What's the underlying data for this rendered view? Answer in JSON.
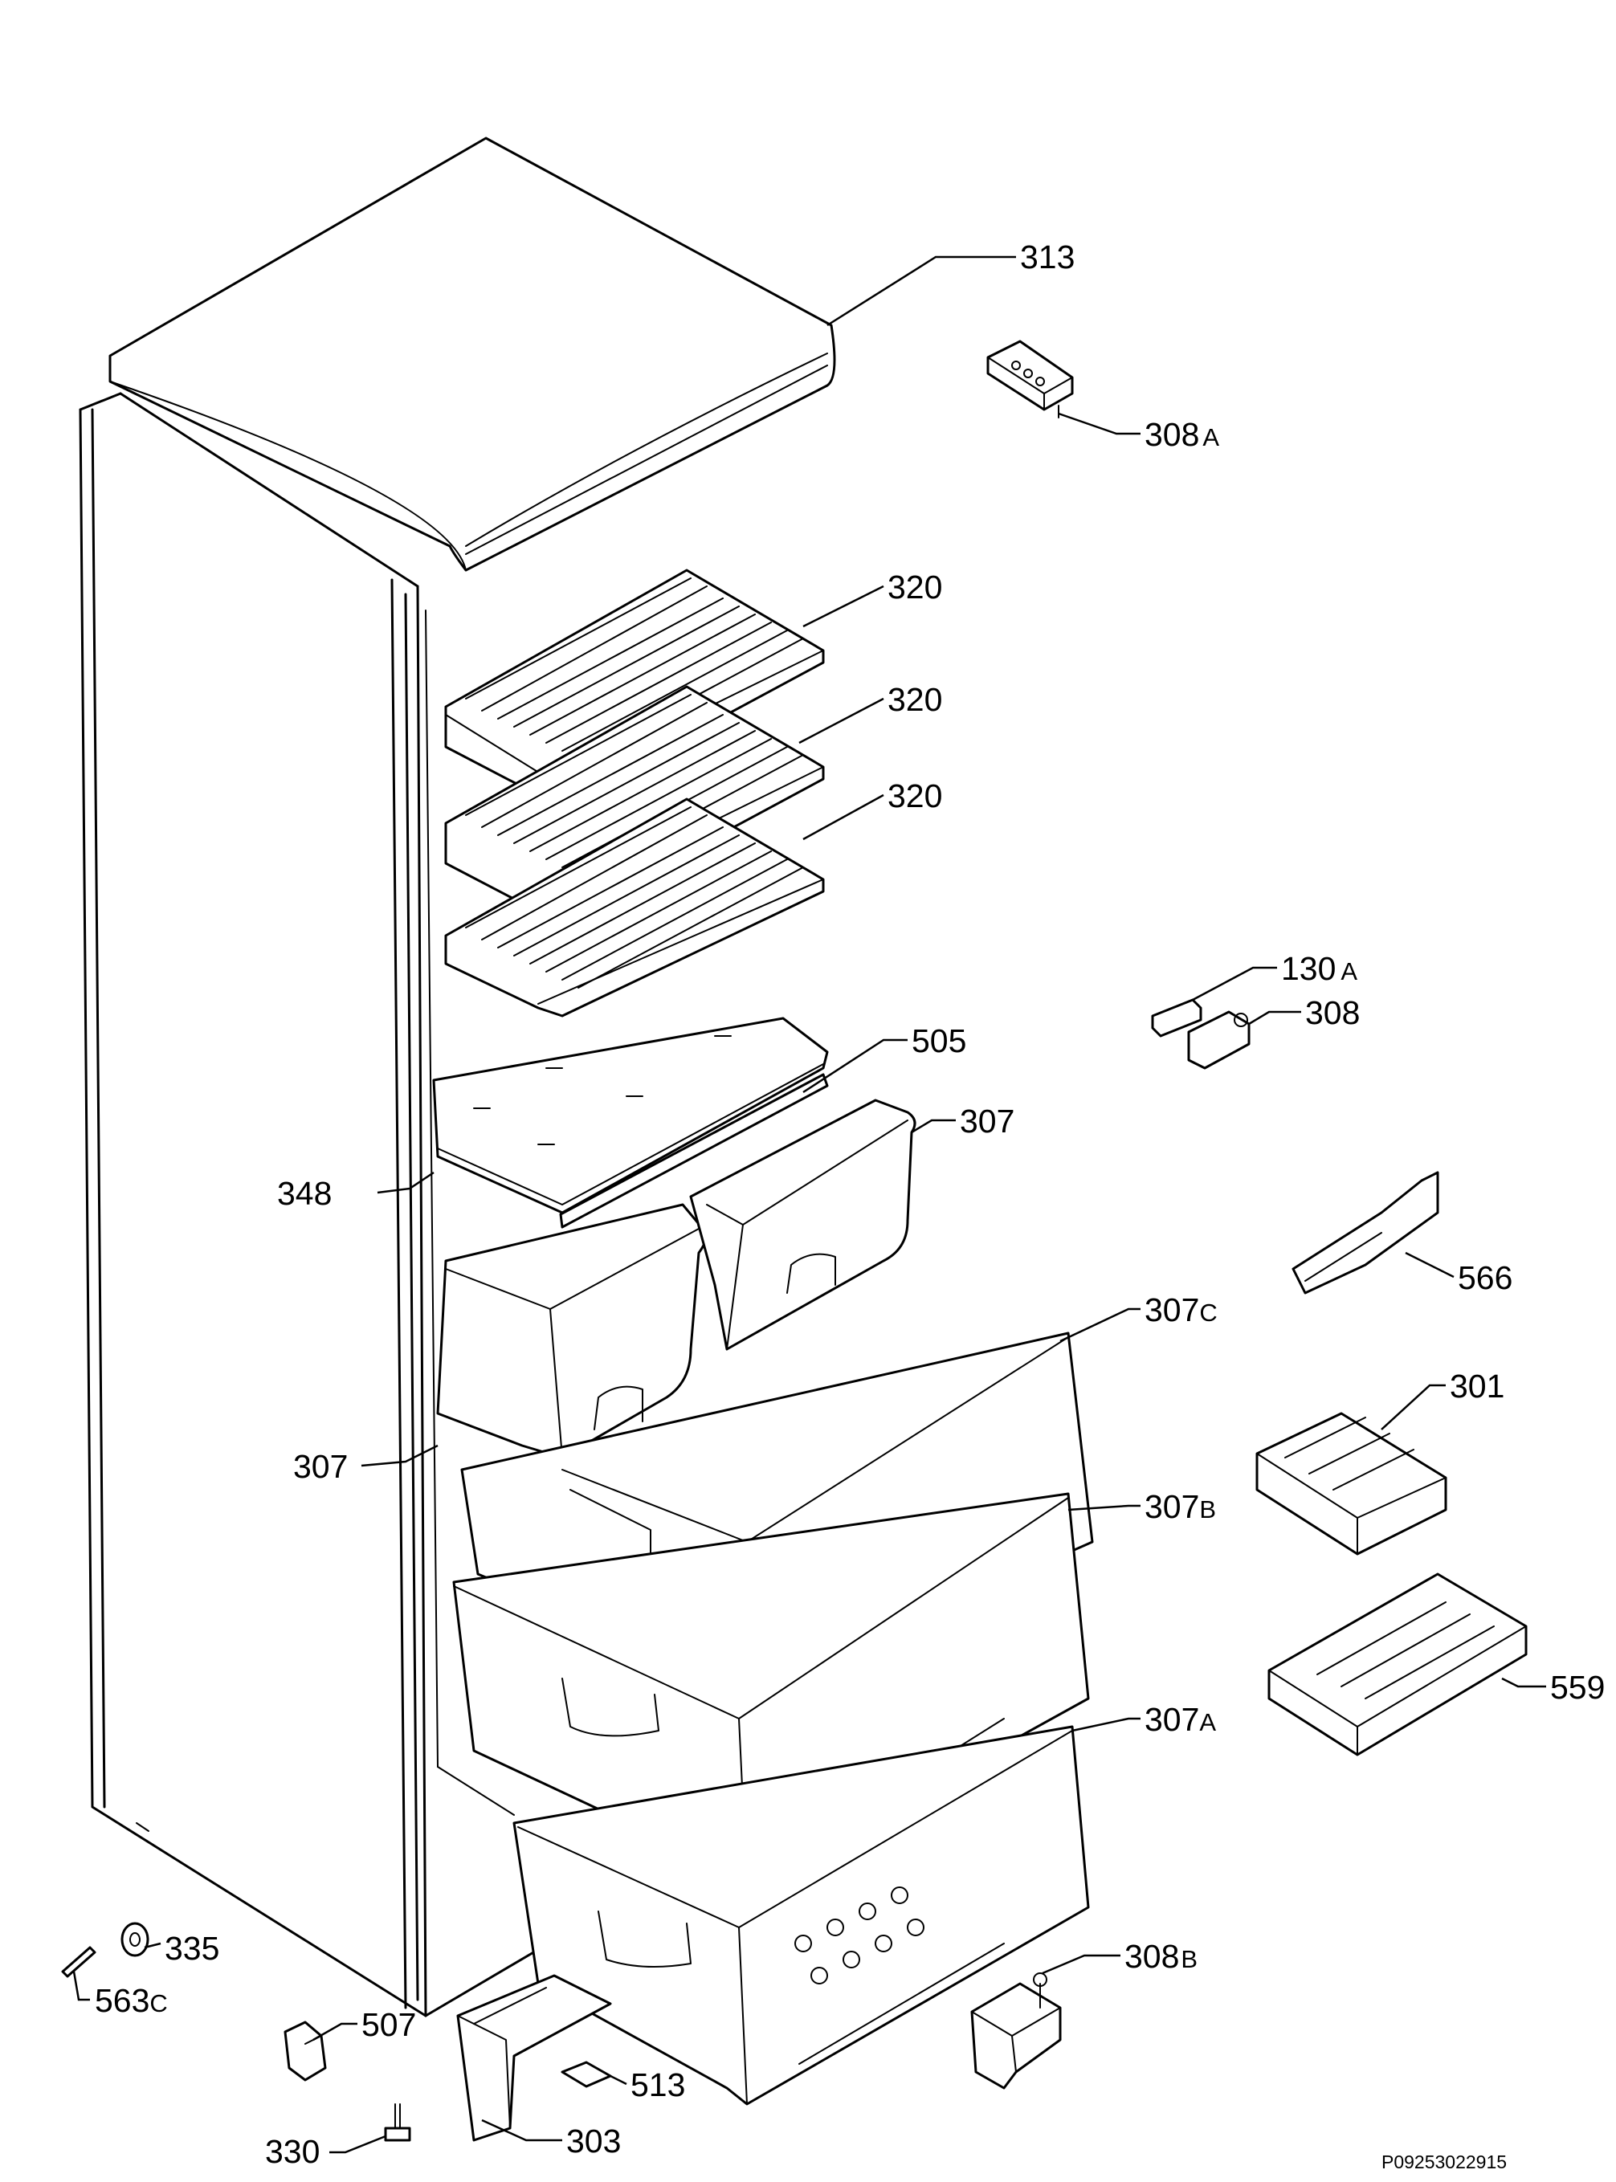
{
  "labels": [
    {
      "id": "313",
      "text": "313",
      "suffix": ""
    },
    {
      "id": "308a",
      "text": "308",
      "suffix": "A"
    },
    {
      "id": "320a",
      "text": "320",
      "suffix": ""
    },
    {
      "id": "320b",
      "text": "320",
      "suffix": ""
    },
    {
      "id": "320c",
      "text": "320",
      "suffix": ""
    },
    {
      "id": "130a",
      "text": "130",
      "suffix": "A"
    },
    {
      "id": "308",
      "text": "308",
      "suffix": ""
    },
    {
      "id": "505",
      "text": "505",
      "suffix": ""
    },
    {
      "id": "307top",
      "text": "307",
      "suffix": ""
    },
    {
      "id": "348",
      "text": "348",
      "suffix": ""
    },
    {
      "id": "566",
      "text": "566",
      "suffix": ""
    },
    {
      "id": "307c",
      "text": "307",
      "suffix": "C"
    },
    {
      "id": "301",
      "text": "301",
      "suffix": ""
    },
    {
      "id": "307left",
      "text": "307",
      "suffix": ""
    },
    {
      "id": "307b",
      "text": "307",
      "suffix": "B"
    },
    {
      "id": "559",
      "text": "559",
      "suffix": ""
    },
    {
      "id": "307a",
      "text": "307",
      "suffix": "A"
    },
    {
      "id": "335",
      "text": "335",
      "suffix": ""
    },
    {
      "id": "563c",
      "text": "563",
      "suffix": "C"
    },
    {
      "id": "308b",
      "text": "308",
      "suffix": "B"
    },
    {
      "id": "507",
      "text": "507",
      "suffix": ""
    },
    {
      "id": "513",
      "text": "513",
      "suffix": ""
    },
    {
      "id": "330",
      "text": "330",
      "suffix": ""
    },
    {
      "id": "303",
      "text": "303",
      "suffix": ""
    }
  ],
  "drawing_code": "P09253022915"
}
